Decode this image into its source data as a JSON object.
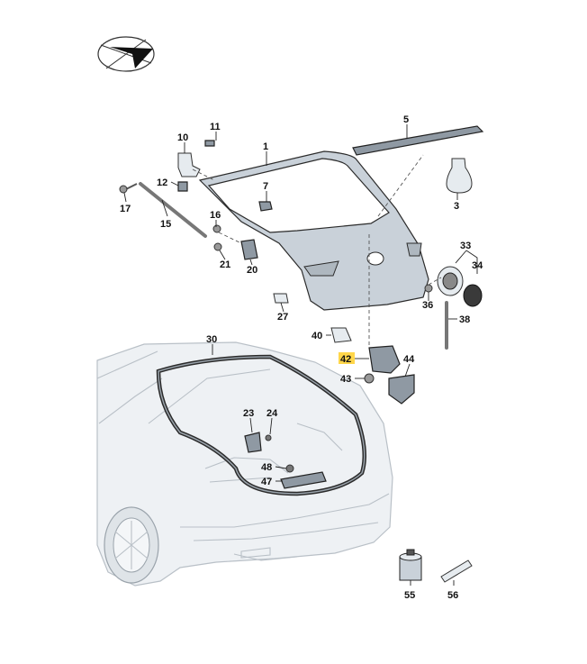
{
  "diagram": {
    "callouts": [
      {
        "id": "1",
        "label": "1"
      },
      {
        "id": "3",
        "label": "3"
      },
      {
        "id": "5",
        "label": "5"
      },
      {
        "id": "7",
        "label": "7"
      },
      {
        "id": "10",
        "label": "10"
      },
      {
        "id": "11",
        "label": "11"
      },
      {
        "id": "12",
        "label": "12"
      },
      {
        "id": "15",
        "label": "15"
      },
      {
        "id": "16",
        "label": "16"
      },
      {
        "id": "17",
        "label": "17"
      },
      {
        "id": "20",
        "label": "20"
      },
      {
        "id": "21",
        "label": "21"
      },
      {
        "id": "23",
        "label": "23"
      },
      {
        "id": "24",
        "label": "24"
      },
      {
        "id": "27",
        "label": "27"
      },
      {
        "id": "30",
        "label": "30"
      },
      {
        "id": "33",
        "label": "33"
      },
      {
        "id": "34",
        "label": "34"
      },
      {
        "id": "36",
        "label": "36"
      },
      {
        "id": "38",
        "label": "38"
      },
      {
        "id": "40",
        "label": "40"
      },
      {
        "id": "42",
        "label": "42",
        "highlighted": true
      },
      {
        "id": "43",
        "label": "43"
      },
      {
        "id": "44",
        "label": "44"
      },
      {
        "id": "47",
        "label": "47"
      },
      {
        "id": "48",
        "label": "48"
      },
      {
        "id": "55",
        "label": "55"
      },
      {
        "id": "56",
        "label": "56"
      }
    ],
    "highlight_color": "#ffd64a"
  }
}
